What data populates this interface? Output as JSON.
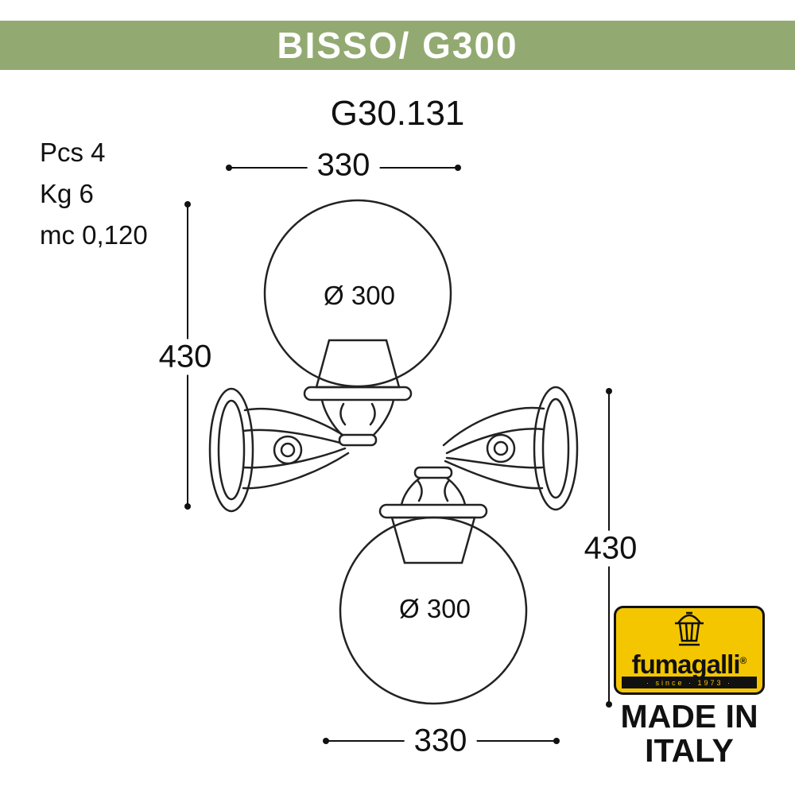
{
  "header": {
    "title": "BISSO/ G300"
  },
  "product": {
    "code": "G30.131"
  },
  "specs": {
    "pcs": "Pcs 4",
    "kg": "Kg 6",
    "mc": "mc 0,120"
  },
  "dimensions": {
    "top_width": "330",
    "left_height": "430",
    "globe_top_diameter": "Ø 300",
    "right_height": "430",
    "globe_bottom_diameter": "Ø 300",
    "bottom_width": "330"
  },
  "logo": {
    "brand": "fumagalli",
    "registered": "®",
    "since": "· since · 1973 ·",
    "made_in_line1": "MADE IN",
    "made_in_line2": "ITALY"
  },
  "colors": {
    "banner_green": "#92aa71",
    "logo_yellow": "#f4c600"
  }
}
